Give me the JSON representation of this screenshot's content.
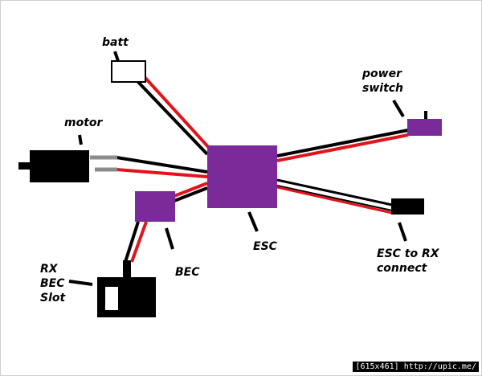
{
  "labels": {
    "batt": "batt",
    "motor": "motor",
    "power_switch_line1": "power",
    "power_switch_line2": "switch",
    "esc": "ESC",
    "bec": "BEC",
    "rx_line1": "RX",
    "rx_line2": "BEC",
    "rx_line3": "Slot",
    "esc_rx_line1": "ESC to RX",
    "esc_rx_line2": "connect"
  },
  "watermark": {
    "size": "[615x461]",
    "url": "http://upic.me/"
  },
  "colors": {
    "module": "#7a2a99",
    "wire_red": "#e0141c",
    "wire_black": "#000000",
    "wire_white": "#ffffff",
    "motor_lead": "#8c8c8c"
  }
}
